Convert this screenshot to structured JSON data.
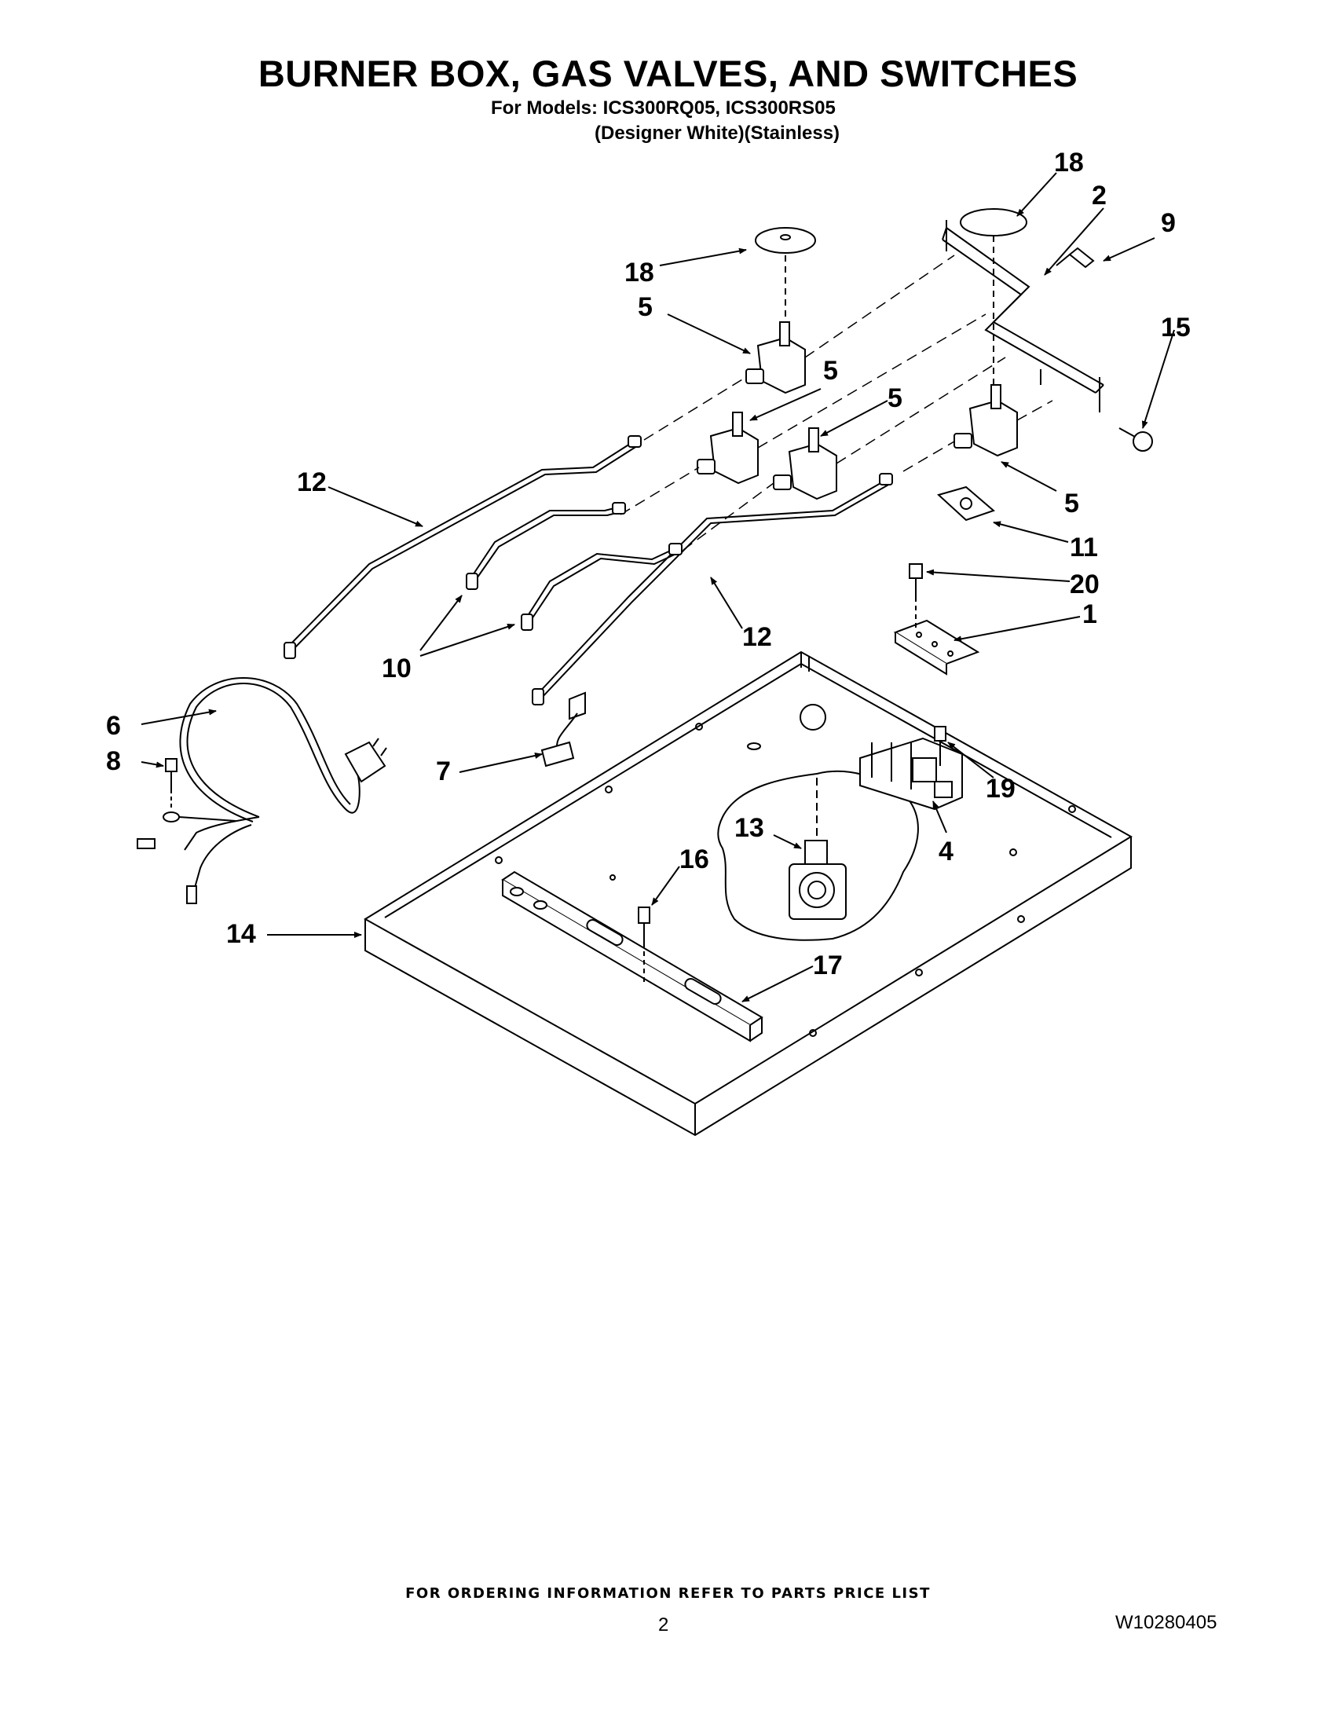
{
  "header": {
    "title": "BURNER BOX, GAS VALVES, AND SWITCHES",
    "models_line": "For Models: ICS300RQ05, ICS300RS05",
    "variants_line": "(Designer White)(Stainless)"
  },
  "callouts": {
    "c1": "1",
    "c2": "2",
    "c4": "4",
    "c5a": "5",
    "c5b": "5",
    "c5c": "5",
    "c5d": "5",
    "c6": "6",
    "c7": "7",
    "c8": "8",
    "c9": "9",
    "c10": "10",
    "c11": "11",
    "c12a": "12",
    "c12b": "12",
    "c13": "13",
    "c14": "14",
    "c15": "15",
    "c16": "16",
    "c17": "17",
    "c18a": "18",
    "c18b": "18",
    "c19": "19",
    "c20": "20"
  },
  "footer": {
    "ordering_note": "FOR ORDERING INFORMATION REFER TO PARTS PRICE LIST",
    "page_number": "2",
    "document_number": "W10280405"
  }
}
